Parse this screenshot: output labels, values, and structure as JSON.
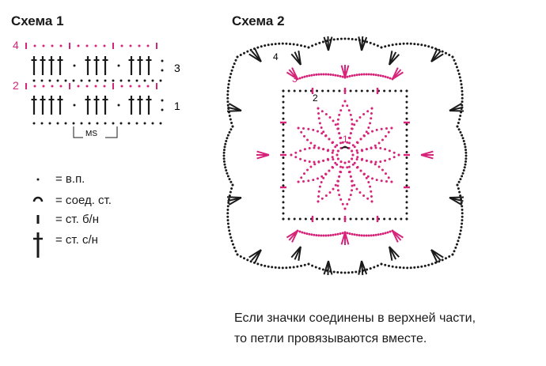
{
  "scheme1": {
    "title": "Схема 1",
    "row_labels": [
      "1",
      "2",
      "3",
      "4"
    ],
    "repeat_label": "MS"
  },
  "scheme2": {
    "title": "Схема 2",
    "round_labels": [
      "1",
      "2",
      "3",
      "4"
    ]
  },
  "legend": [
    {
      "symbol": "chain-dot-icon",
      "label": "= в.п."
    },
    {
      "symbol": "slip-stitch-arc-icon",
      "label": "= соед. ст."
    },
    {
      "symbol": "single-crochet-icon",
      "label": "= ст. б/н"
    },
    {
      "symbol": "double-crochet-icon",
      "label": "= ст. с/н"
    }
  ],
  "note": {
    "line1": "Если значки соединены в верхней части,",
    "line2": "то петли провязываются вместе."
  },
  "colors": {
    "ink": "#1a1a1a",
    "accent": "#d6247a"
  }
}
